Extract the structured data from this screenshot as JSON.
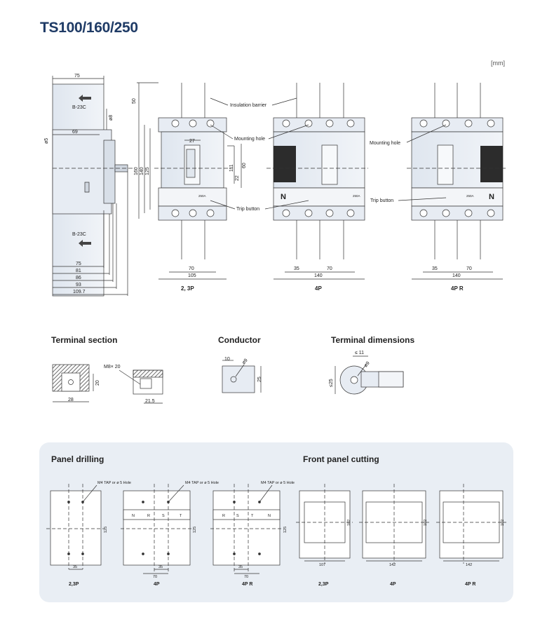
{
  "title": "TS100/160/250",
  "unit_label": "[mm]",
  "side_view": {
    "arrow_top_label": "B-23C",
    "arrow_bottom_label": "B-23C",
    "dims": {
      "top": "75",
      "upper_inner": "69",
      "phi8": "ø8",
      "phi5": "ø5",
      "d75": "75",
      "d81": "81",
      "d86": "86",
      "d93": "93",
      "d109": "109.7"
    }
  },
  "front_2p": {
    "label": "2, 3P",
    "dims": {
      "d50": "50",
      "d27": "27",
      "d160": "160",
      "d140": "140",
      "d125": "125",
      "d111": "111",
      "d22": "22",
      "d60": "60",
      "d70": "70",
      "d105": "105"
    },
    "plate_text": "250A"
  },
  "front_4p": {
    "label": "4P",
    "dims": {
      "d35": "35",
      "d70": "70",
      "d140": "140"
    },
    "neutral": "N",
    "plate_text": "250A"
  },
  "front_4pr": {
    "label": "4P R",
    "dims": {
      "d35": "35",
      "d70": "70",
      "d140": "140"
    },
    "neutral": "N",
    "plate_text": "250A"
  },
  "callouts": {
    "insulation_barrier": "Insulation barrier",
    "mounting_hole_1": "Mounting hole",
    "mounting_hole_2": "Mounting hole",
    "trip_button_1": "Trip button",
    "trip_button_2": "Trip button"
  },
  "terminal_section": {
    "heading": "Terminal section",
    "m8": "M8× 20",
    "d20": "20",
    "d28": "28",
    "d21_5": "21.5"
  },
  "conductor": {
    "heading": "Conductor",
    "d10": "10",
    "phi9": "ø9",
    "d25": "25"
  },
  "terminal_dimensions": {
    "heading": "Terminal dimensions",
    "d11": "≤ 11",
    "phi9": "ø9",
    "d25": "≤25"
  },
  "panel_drilling": {
    "heading": "Panel drilling",
    "tap_label": "M4 TAP or ø 5 Hole",
    "d125": "125",
    "d35": "35",
    "d70": "70",
    "labels": [
      "2,3P",
      "4P",
      "4P R"
    ],
    "poles_4p": [
      "N",
      "R",
      "S",
      "T"
    ],
    "poles_4pr": [
      "R",
      "S",
      "T",
      "N"
    ]
  },
  "front_panel_cutting": {
    "heading": "Front panel cutting",
    "d102": "102",
    "widths": [
      "107",
      "142",
      "142"
    ],
    "labels": [
      "2,3P",
      "4P",
      "4P R"
    ]
  },
  "colors": {
    "title": "#1f3b66",
    "panel_bg": "#e9eef4",
    "body_fill": "#e7ecf3",
    "neutral_block": "#2c2c2c",
    "hatch": "#6e6e6e"
  }
}
